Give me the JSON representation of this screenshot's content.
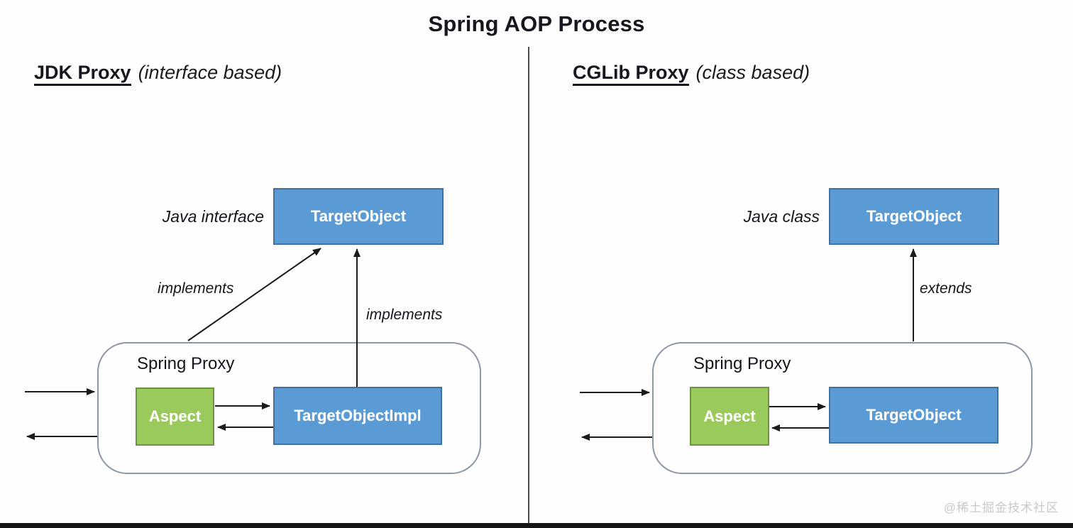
{
  "title": "Spring AOP Process",
  "watermark": "@稀土掘金技术社区",
  "colors": {
    "target_box_fill": "#5b9bd5",
    "target_box_border": "#41719c",
    "aspect_box_fill": "#9aca5b",
    "aspect_box_border": "#6f9440",
    "box_text": "#ffffff",
    "line": "#1a1a1a",
    "container_border": "#8d97a8",
    "text": "#1b1b22",
    "watermark_color": "#c9c9c9"
  },
  "left_panel": {
    "heading": "JDK Proxy",
    "heading_note": "(interface based)",
    "type_label": "Java interface",
    "interface_box": "TargetObject",
    "diagonal_relation": "implements",
    "vertical_relation": "implements",
    "proxy_container_label": "Spring Proxy",
    "aspect_box": "Aspect",
    "target_box": "TargetObjectImpl"
  },
  "right_panel": {
    "heading": "CGLib Proxy",
    "heading_note": "(class based)",
    "type_label": "Java class",
    "class_box": "TargetObject",
    "vertical_relation": "extends",
    "proxy_container_label": "Spring Proxy",
    "aspect_box": "Aspect",
    "target_box": "TargetObject"
  }
}
